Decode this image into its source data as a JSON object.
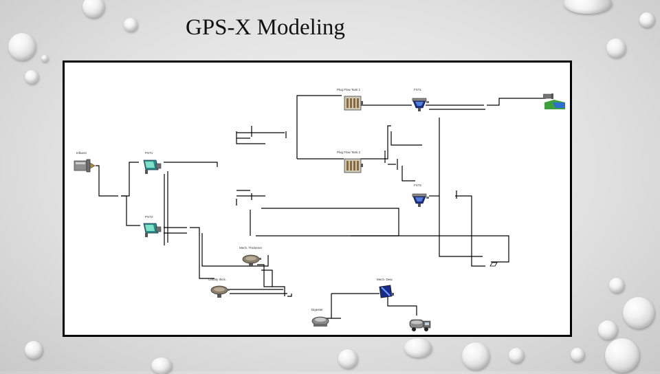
{
  "slide": {
    "title": "GPS-X Modeling"
  },
  "diagram": {
    "units": {
      "influent": "Influent",
      "pst1": "PST1",
      "pst2": "PST2",
      "pft1": "Plug Flow Tank 1",
      "pft2": "Plug Flow Tank 2",
      "fst1": "FST1",
      "fst2": "FST2",
      "thickener": "Mech. Thickener",
      "gravity": "Gravity thick.",
      "dewater": "Mech. Dew.",
      "digester": "Digester"
    },
    "icons": {
      "influent": "influent-pipe-icon",
      "primary": "primary-settler-icon",
      "tank": "plug-flow-reactor-icon",
      "final": "final-clarifier-icon",
      "thickener": "thickener-icon",
      "dewater": "dewatering-icon",
      "digester": "anaerobic-digester-icon",
      "effluent": "effluent-outfall-icon",
      "truck": "sludge-truck-icon"
    }
  }
}
